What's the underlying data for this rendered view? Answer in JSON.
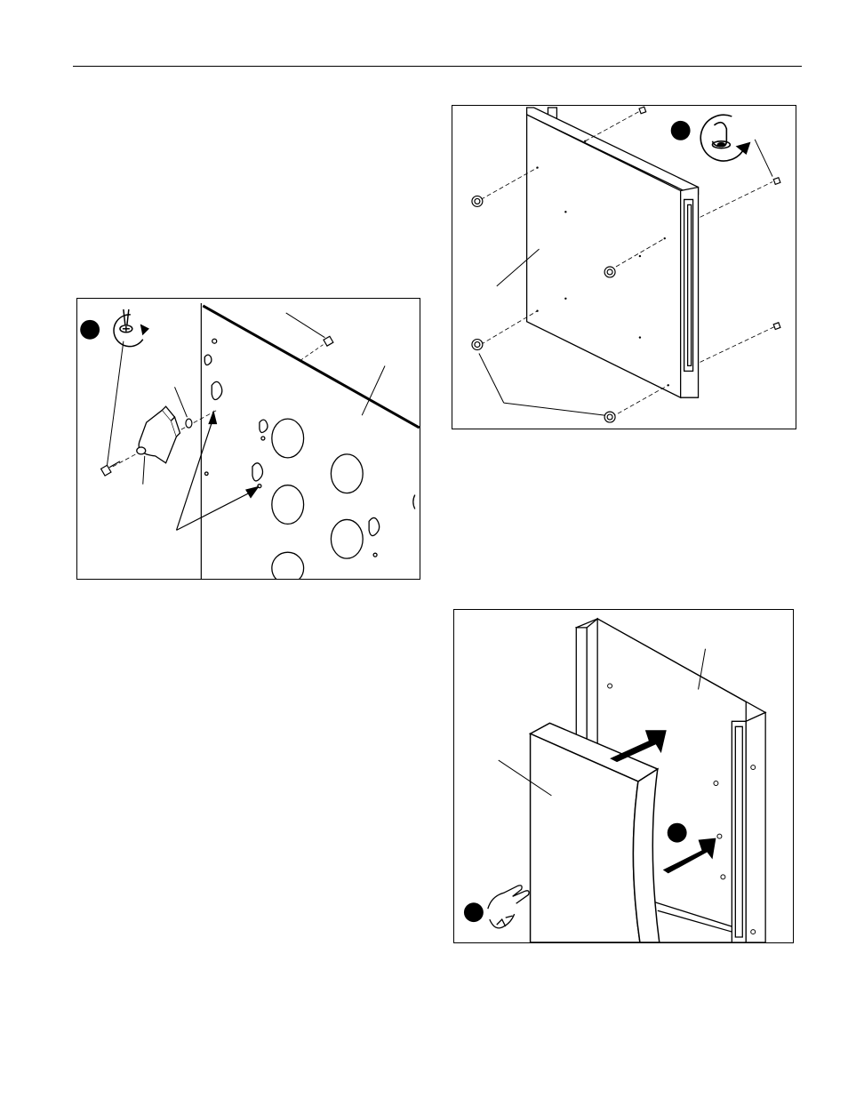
{
  "page": {
    "header_rule": true,
    "figures": [
      {
        "id": "bracket-attachment",
        "step_marker": "filled-circle",
        "icons": [
          "screwdriver-rotate-icon"
        ]
      },
      {
        "id": "side-panel-fasteners",
        "step_marker": "filled-circle",
        "icons": [
          "hand-tighten-rotate-icon"
        ]
      },
      {
        "id": "front-panel-install",
        "step_marker": "filled-circle",
        "icons": [
          "hand-lift-icon",
          "push-arrow-icon"
        ]
      }
    ]
  }
}
